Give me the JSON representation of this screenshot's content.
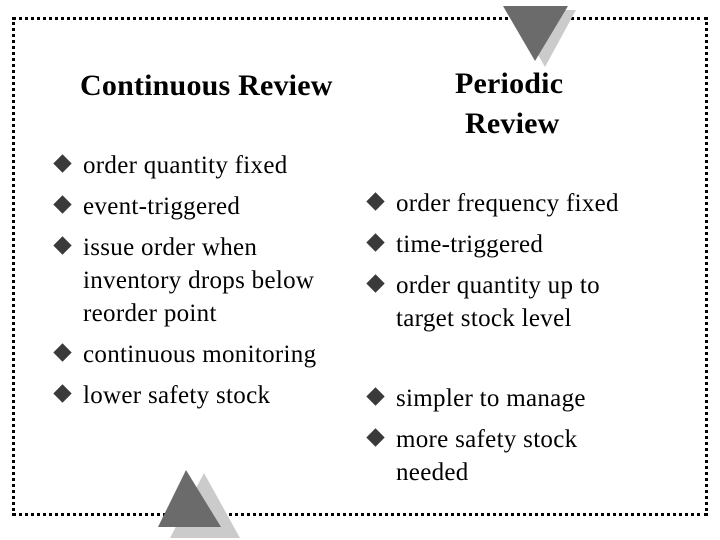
{
  "slide": {
    "title_area": {
      "left_heading": "Continuous Review",
      "right_heading_line1": "Periodic",
      "right_heading_line2": "Review"
    },
    "columns": {
      "left": {
        "bullets": [
          "order quantity fixed",
          "event-triggered",
          "issue order when\ninventory drops below\nreorder point",
          "continuous monitoring",
          "lower safety stock"
        ]
      },
      "right": {
        "bullets_top": [
          "order frequency fixed",
          "time-triggered",
          "order quantity up to\ntarget stock level"
        ],
        "bullets_bottom": [
          "simpler to manage",
          "more safety stock\nneeded"
        ]
      }
    },
    "colors": {
      "triangle_dark": "#6b6b6b",
      "triangle_light": "#cbcbcb",
      "bullet_diamond": "#3a3a3a",
      "border": "#000000",
      "text": "#000000",
      "background": "#ffffff"
    },
    "decorations": {
      "top_icon": "triangle-down-icon",
      "bottom_icon": "triangle-up-icon",
      "bullet_icon": "diamond-bullet-icon"
    }
  }
}
